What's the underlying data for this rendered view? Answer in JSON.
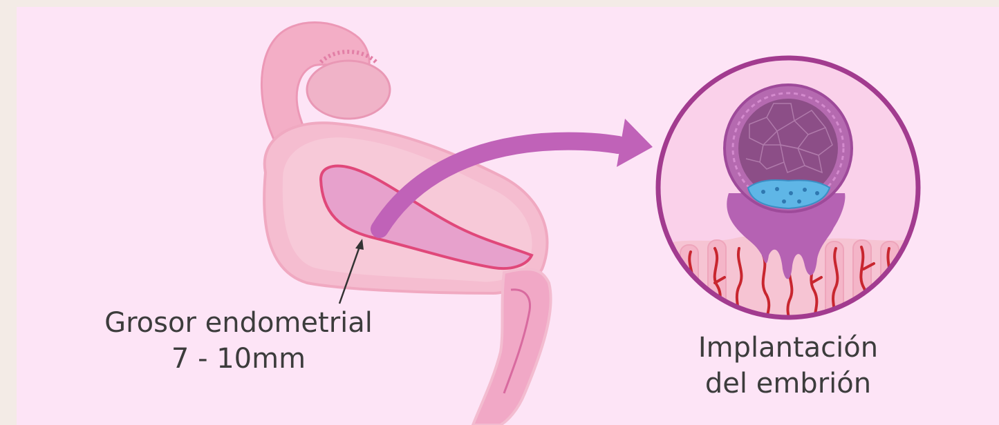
{
  "labels": {
    "thickness_line1": "Grosor endometrial",
    "thickness_line2": "7 - 10mm",
    "implant_line1": "Implantación",
    "implant_line2": "del embrión"
  },
  "colors": {
    "background": "#fde4f6",
    "uterus_outer": "#f5bdd0",
    "uterus_body": "#f7c9d8",
    "endometrium_edge": "#e0487a",
    "cavity": "#e7a1cc",
    "arrow": "#c062b8",
    "circle_border": "#a23b8f",
    "blastocyst": "#9e4a9a",
    "inner_cell_mass": "#5fb6e6",
    "vessels": "#c8262f"
  }
}
